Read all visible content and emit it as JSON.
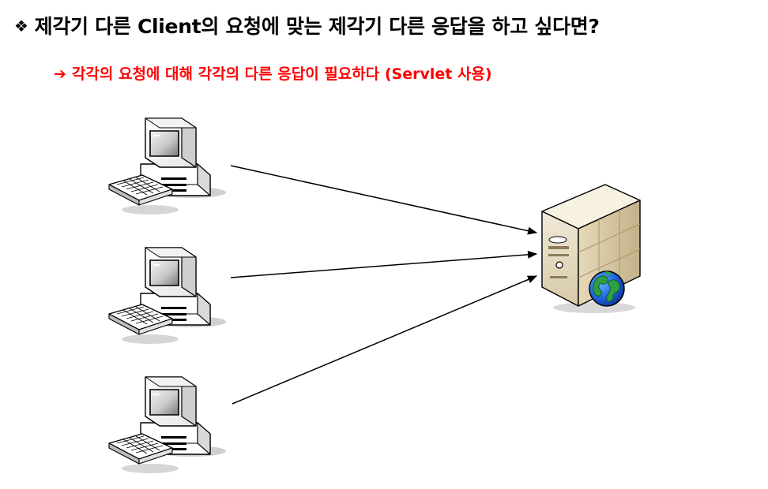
{
  "heading": {
    "bullet": "❖",
    "text": "제각기 다른 Client의 요청에 맞는 제각기 다른 응답을 하고 싶다면?"
  },
  "subheading": {
    "arrow": "➔",
    "text": "각각의 요청에 대해 각각의 다른 응답이 필요하다 (Servlet 사용)"
  },
  "diagram": {
    "clients": [
      {
        "icon": "desktop-computer-icon"
      },
      {
        "icon": "desktop-computer-icon"
      },
      {
        "icon": "desktop-computer-icon"
      }
    ],
    "server": {
      "icon": "web-server-icon",
      "badge": "globe-icon"
    },
    "connections": 3
  }
}
